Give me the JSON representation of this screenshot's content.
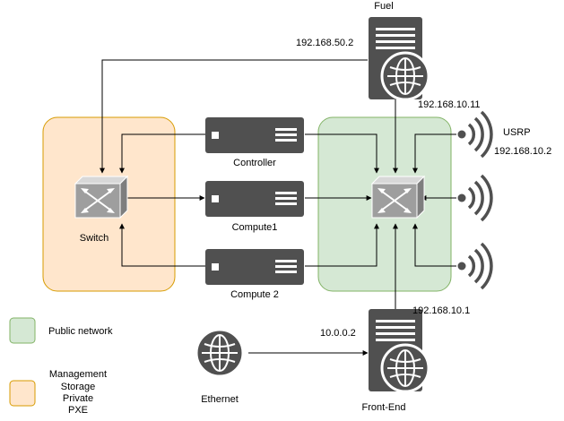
{
  "nodes": {
    "fuel": {
      "label": "Fuel",
      "ip_top": "192.168.50.2",
      "ip_bottom": "192.168.10.11"
    },
    "controller": {
      "label": "Controller"
    },
    "compute1": {
      "label": "Compute1"
    },
    "compute2": {
      "label": "Compute 2"
    },
    "switch": {
      "label": "Switch"
    },
    "usrp": {
      "label": "USRP",
      "ip": "192.168.10.2"
    },
    "front_end": {
      "label": "Front-End",
      "ip_top": "192.168.10.1",
      "ip_left": "10.0.0.2"
    },
    "ethernet": {
      "label": "Ethernet"
    }
  },
  "legend": {
    "public": {
      "label": "Public network",
      "color": "#d5e8d4"
    },
    "management": {
      "lines": [
        "Management",
        "Storage",
        "Private",
        "PXE"
      ],
      "color": "#ffe6cc"
    }
  },
  "colors": {
    "server": "#505050",
    "green_fill": "#d5e8d4",
    "green_stroke": "#82b366",
    "orange_fill": "#ffe6cc",
    "orange_stroke": "#d79b00"
  }
}
